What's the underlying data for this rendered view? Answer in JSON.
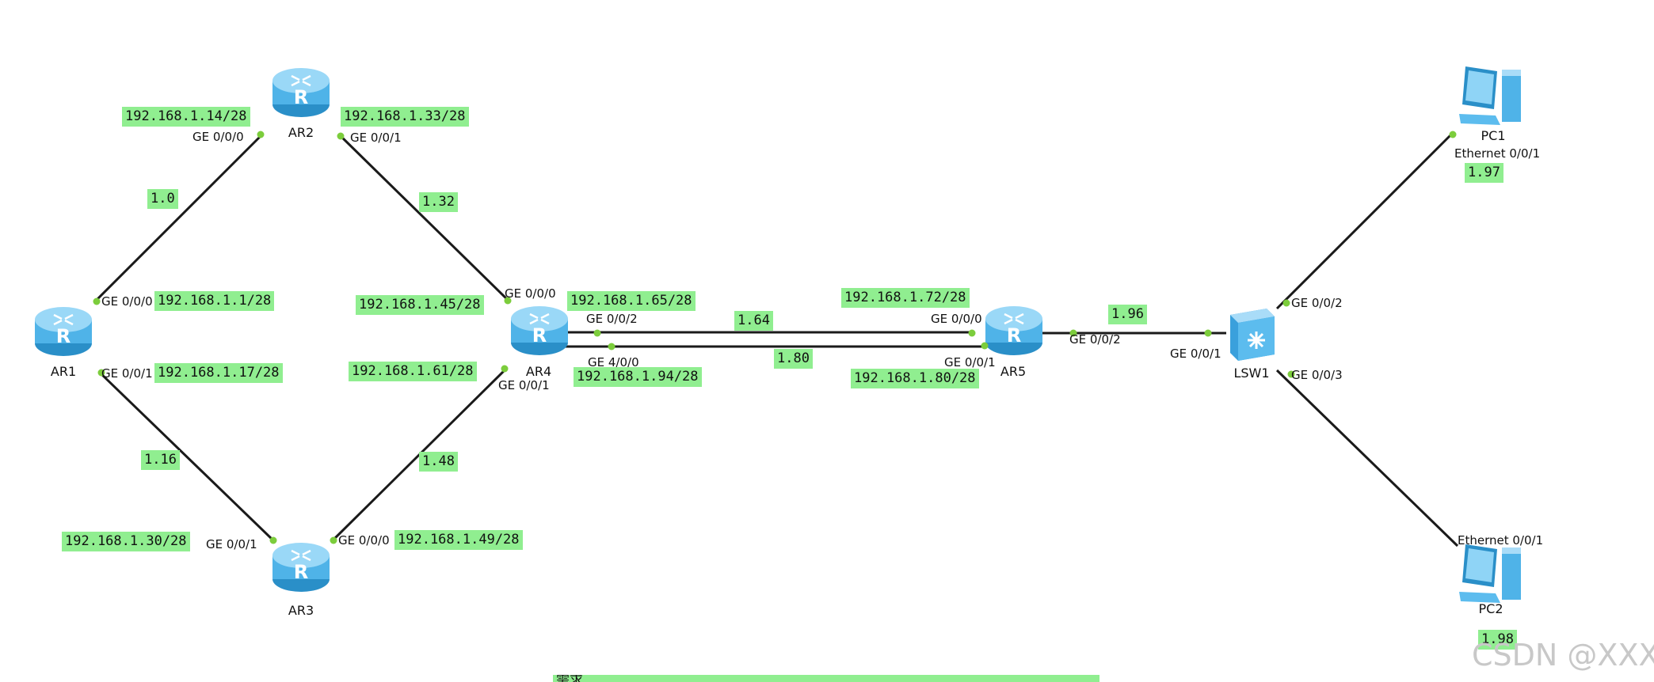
{
  "colors": {
    "label_bg": "#90ee90",
    "port_dot": "#7ccd3c",
    "router": "#4fb3e8",
    "link": "#1a1a1a"
  },
  "devices": {
    "ar1": {
      "name": "AR1",
      "icon": "router-icon"
    },
    "ar2": {
      "name": "AR2",
      "icon": "router-icon"
    },
    "ar3": {
      "name": "AR3",
      "icon": "router-icon"
    },
    "ar4": {
      "name": "AR4",
      "icon": "router-icon"
    },
    "ar5": {
      "name": "AR5",
      "icon": "router-icon"
    },
    "lsw1": {
      "name": "LSW1",
      "icon": "switch-icon"
    },
    "pc1": {
      "name": "PC1",
      "icon": "pc-icon"
    },
    "pc2": {
      "name": "PC2",
      "icon": "pc-icon"
    }
  },
  "ports": {
    "ar2_ge000": "GE 0/0/0",
    "ar2_ge001": "GE 0/0/1",
    "ar1_ge000": "GE 0/0/0",
    "ar1_ge001": "GE 0/0/1",
    "ar4_ge000": "GE 0/0/0",
    "ar4_ge002": "GE 0/0/2",
    "ar4_ge400": "GE 4/0/0",
    "ar4_ge001": "GE 0/0/1",
    "ar5_ge000": "GE 0/0/0",
    "ar5_ge001": "GE 0/0/1",
    "ar5_ge002": "GE 0/0/2",
    "lsw1_ge001": "GE 0/0/1",
    "lsw1_ge002": "GE 0/0/2",
    "lsw1_ge003": "GE 0/0/3",
    "ar3_ge001": "GE 0/0/1",
    "ar3_ge000": "GE 0/0/0",
    "pc1_eth": "Ethernet 0/0/1",
    "pc2_eth": "Ethernet 0/0/1"
  },
  "addresses": {
    "ar2_ge000": "192.168.1.14/28",
    "ar2_ge001": "192.168.1.33/28",
    "ar1_ge000": "192.168.1.1/28",
    "ar1_ge001": "192.168.1.17/28",
    "ar4_ge000": "192.168.1.45/28",
    "ar4_ge002": "192.168.1.65/28",
    "ar4_ge001": "192.168.1.61/28",
    "ar4_ge400": "192.168.1.94/28",
    "ar5_ge000": "192.168.1.72/28",
    "ar5_ge001": "192.168.1.80/28",
    "ar3_ge001": "192.168.1.30/28",
    "ar3_ge000": "192.168.1.49/28"
  },
  "networks": {
    "ar1_ar2": "1.0",
    "ar2_ar4": "1.32",
    "ar1_ar3": "1.16",
    "ar3_ar4": "1.48",
    "ar4_ar5_a": "1.64",
    "ar4_ar5_b": "1.80",
    "ar5_lsw1": "1.96",
    "pc1": "1.97",
    "pc2": "1.98"
  },
  "watermark": "CSDN @XXX.",
  "note": "需求"
}
